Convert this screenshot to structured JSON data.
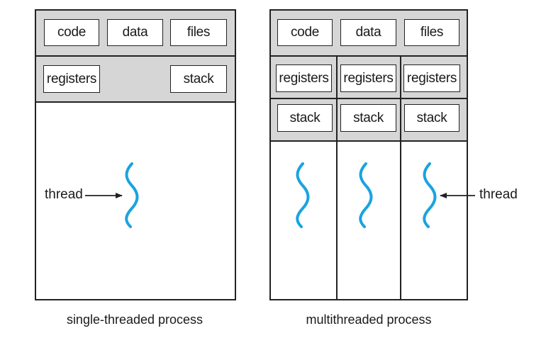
{
  "single": {
    "code": "code",
    "data": "data",
    "files": "files",
    "registers": "registers",
    "stack": "stack",
    "thread_label": "thread",
    "caption": "single-threaded process"
  },
  "multi": {
    "code": "code",
    "data": "data",
    "files": "files",
    "threads": [
      {
        "registers": "registers",
        "stack": "stack"
      },
      {
        "registers": "registers",
        "stack": "stack"
      },
      {
        "registers": "registers",
        "stack": "stack"
      }
    ],
    "thread_label": "thread",
    "caption": "multithreaded process"
  },
  "colors": {
    "thread": "#1aa3e0",
    "band": "#d6d6d6",
    "outline": "#222222"
  }
}
